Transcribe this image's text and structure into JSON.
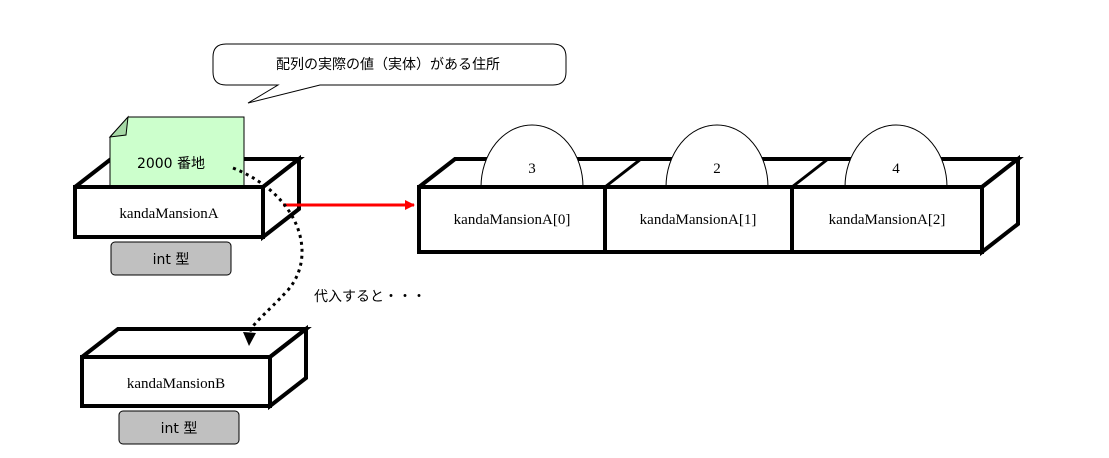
{
  "callout": {
    "text": "配列の実際の値（実体）がある住所"
  },
  "address_note": {
    "text": "2000 番地"
  },
  "variable_a": {
    "label": "kandaMansionA",
    "type_label": "int 型"
  },
  "variable_b": {
    "label": "kandaMansionB",
    "type_label": "int 型"
  },
  "assignment_note": {
    "text": "代入すると・・・"
  },
  "array_cells": [
    {
      "label": "kandaMansionA[0]",
      "value": "3"
    },
    {
      "label": "kandaMansionA[1]",
      "value": "2"
    },
    {
      "label": "kandaMansionA[2]",
      "value": "4"
    }
  ],
  "colors": {
    "note_fill": "#ccffcc",
    "type_badge_fill": "#c0c0c0",
    "reference_arrow": "#ff0000"
  }
}
